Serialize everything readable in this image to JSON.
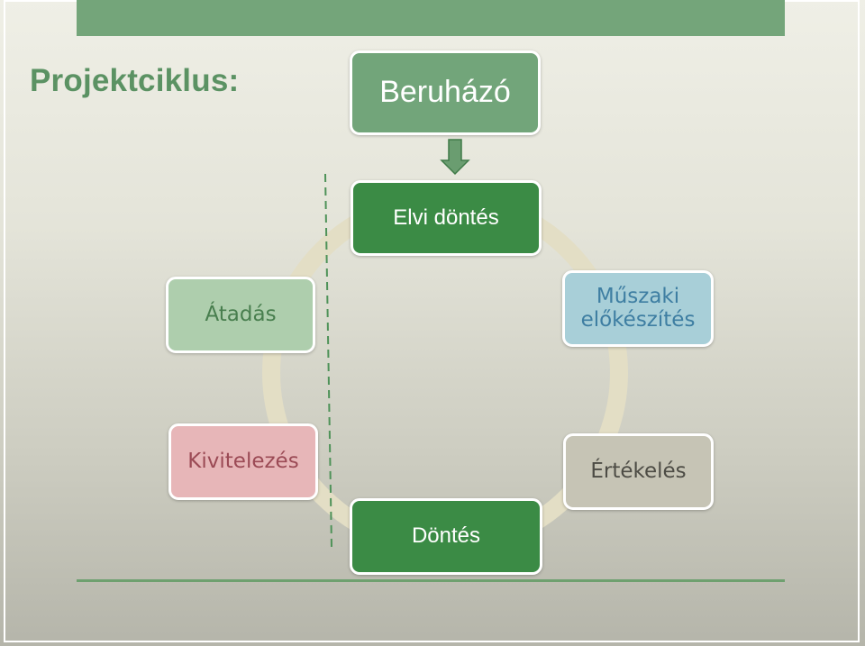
{
  "title": "Projektciklus:",
  "nodes": {
    "beruhazo": "Beruházó",
    "elvi_dontes": "Elvi döntés",
    "muszaki_elokeszites": "Műszaki\nelőkészítés",
    "atadas": "Átadás",
    "kivitelezes": "Kivitelezés",
    "ertekeles": "Értékelés",
    "dontes": "Döntés"
  },
  "colors": {
    "accent_green": "#74a57a",
    "dark_green": "#3b8b45",
    "blue": "#a8cfd8",
    "light_green": "#aecead",
    "pink": "#e7b6b8",
    "beige": "#c6c4b5",
    "cycle_ring": "#e3dec5"
  }
}
